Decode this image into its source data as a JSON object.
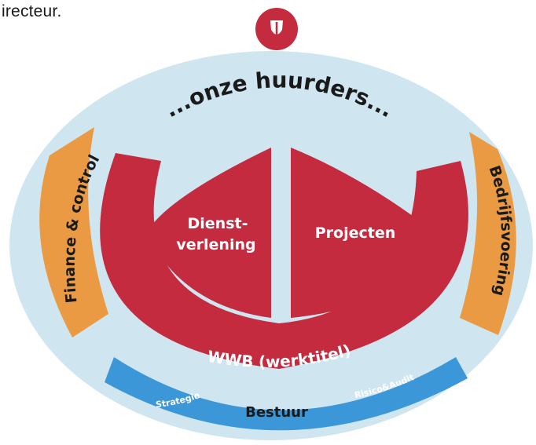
{
  "page_text": "irecteur.",
  "diagram": {
    "outer_label": "...onze huurders...",
    "segments": {
      "left": [
        "Dienst-",
        "verlening"
      ],
      "right": "Projecten"
    },
    "core_band": "WWB (werktitel)",
    "side_left": "Finance & control",
    "side_right": "Bedrijfsvoering",
    "bottom_band": {
      "center": "Bestuur",
      "left": "Strategie",
      "right": "Risico&Audit"
    },
    "logo": "shield-logo"
  },
  "colors": {
    "outer_ellipse": "#cfe6f1",
    "red": "#c42b3f",
    "orange": "#ea9a43",
    "blue": "#3b97d7",
    "text_dark": "#1a1a1a",
    "white": "#ffffff"
  }
}
